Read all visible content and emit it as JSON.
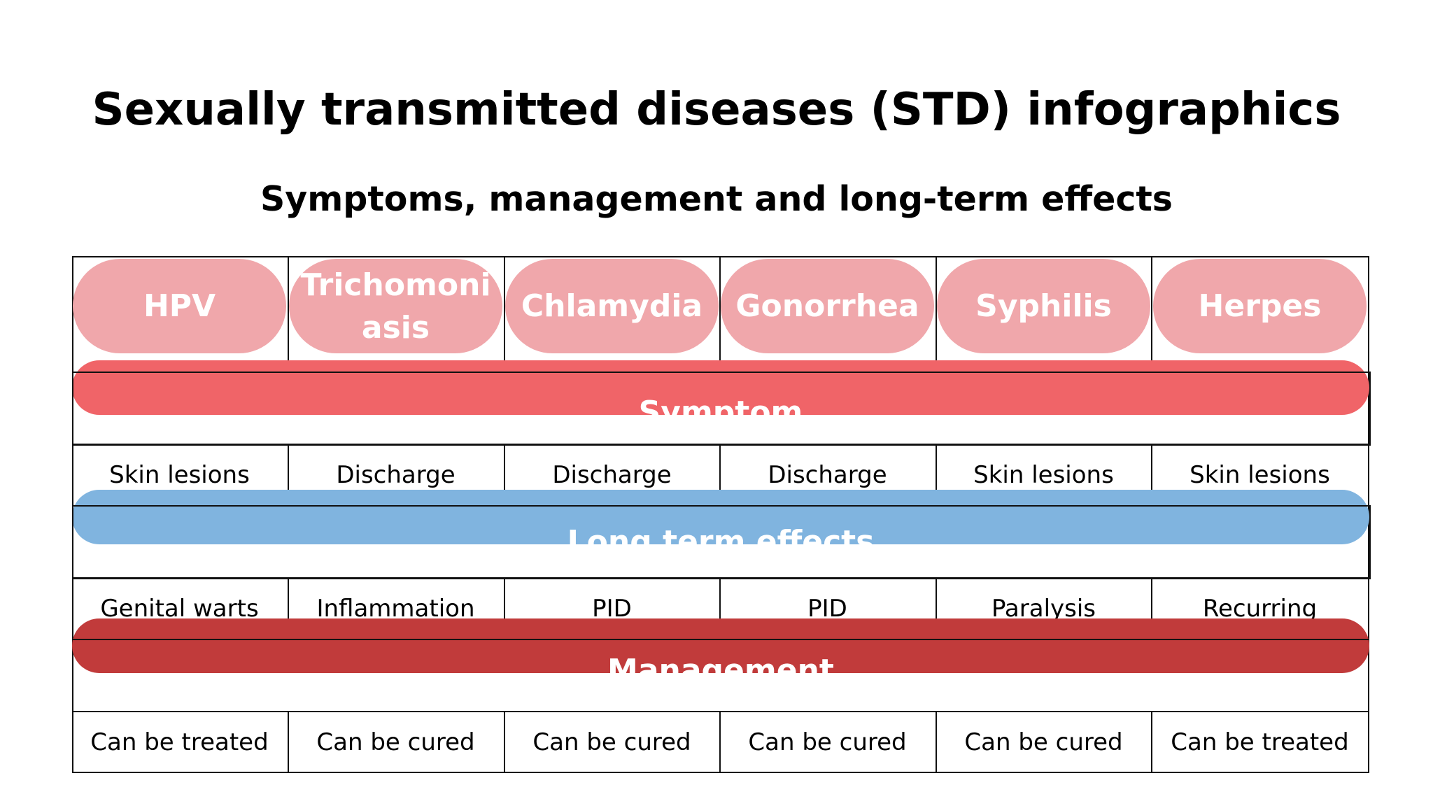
{
  "title": "Sexually transmitted diseases (STD) infographics",
  "subtitle": "Symptoms, management and long-term effects",
  "colors": {
    "disease_pill": "#f0a7ab",
    "symptom_band": "#f06468",
    "long_term_band": "#80b4df",
    "management_band": "#c13b3b"
  },
  "diseases": [
    "HPV",
    "Trichomoniasis",
    "Chlamydia",
    "Gonorrhea",
    "Syphilis",
    "Herpes"
  ],
  "sections": {
    "symptom": {
      "label": "Symptom",
      "values": [
        "Skin lesions",
        "Discharge",
        "Discharge",
        "Discharge",
        "Skin lesions",
        "Skin lesions"
      ]
    },
    "long_term": {
      "label": "Long term effects",
      "values": [
        "Genital warts",
        "Inflammation",
        "PID",
        "PID",
        "Paralysis",
        "Recurring"
      ]
    },
    "management": {
      "label": "Management",
      "values": [
        "Can be treated",
        "Can be cured",
        "Can be cured",
        "Can be cured",
        "Can be cured",
        "Can be treated"
      ]
    }
  }
}
